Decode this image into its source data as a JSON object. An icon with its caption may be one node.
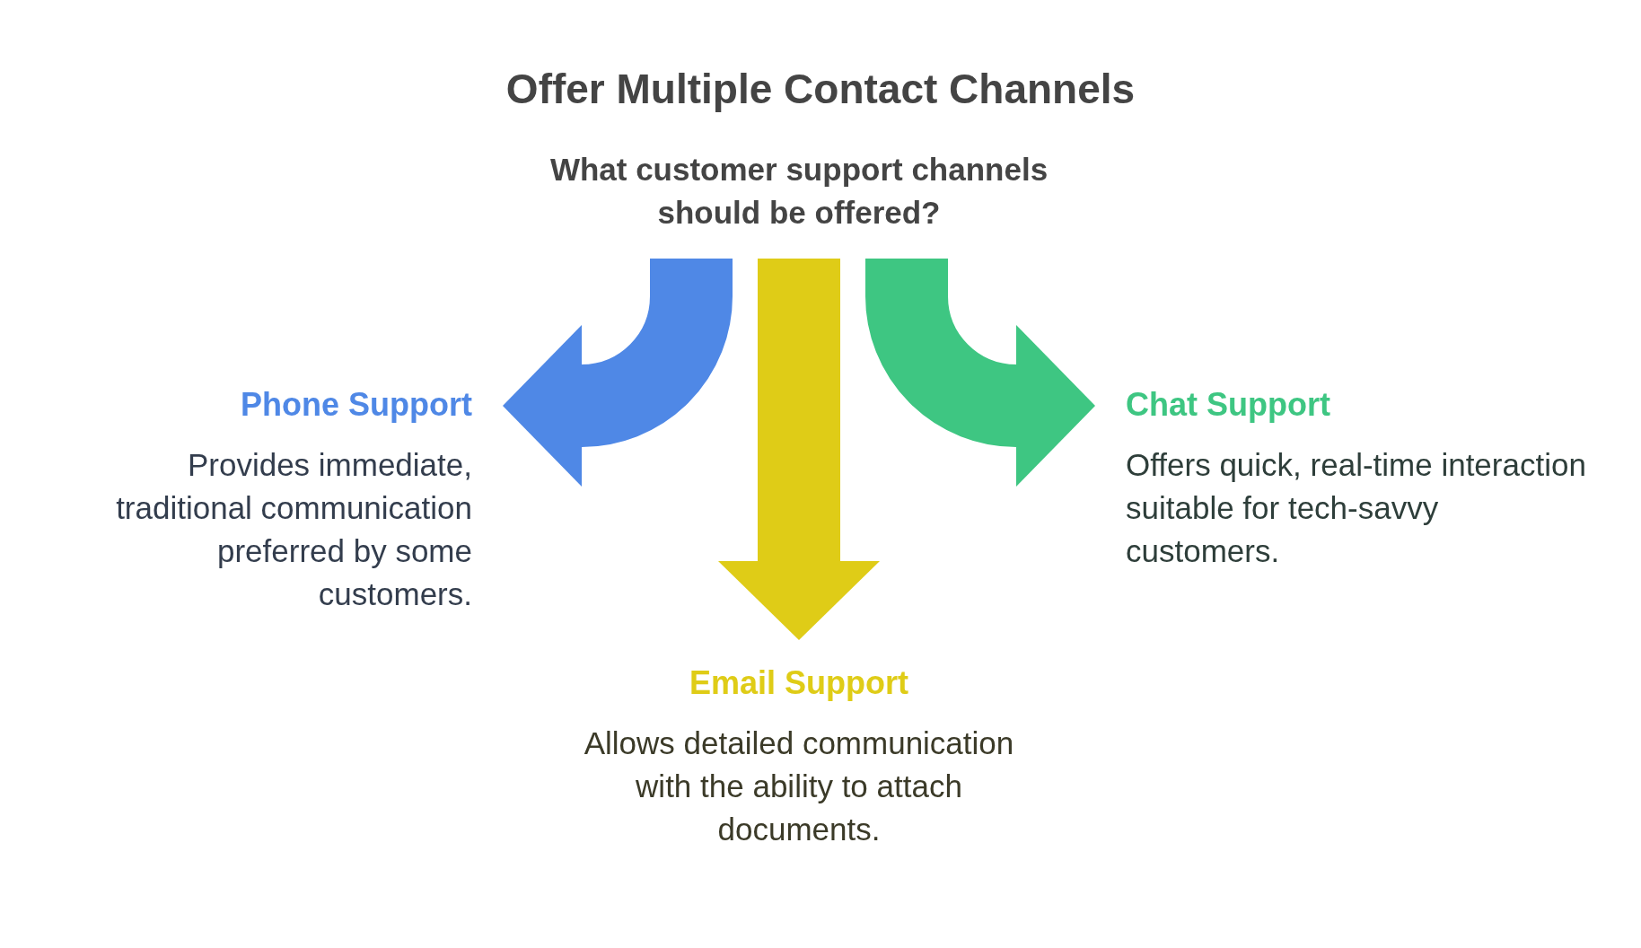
{
  "diagram": {
    "title": "Offer Multiple Contact Channels",
    "nodes": [
      {
        "text": [
          "What customer support channels should be offered?"
        ]
      },
      {
        "text": [
          "Phone Support",
          "Provides immediate, traditional communication preferred by some customers."
        ]
      },
      {
        "text": [
          "Email Support",
          "Allows detailed communication with the ability to attach documents."
        ]
      },
      {
        "text": [
          "Chat Support",
          "Offers quick, real-time interaction suitable for tech-savvy customers."
        ]
      }
    ],
    "edges": [
      {
        "from": 0,
        "to": 1,
        "arrow": "to",
        "color": "#4f88e6"
      },
      {
        "from": 0,
        "to": 2,
        "arrow": "to",
        "color": "#dfcc17"
      },
      {
        "from": 0,
        "to": 3,
        "arrow": "to",
        "color": "#3ec682"
      }
    ]
  }
}
